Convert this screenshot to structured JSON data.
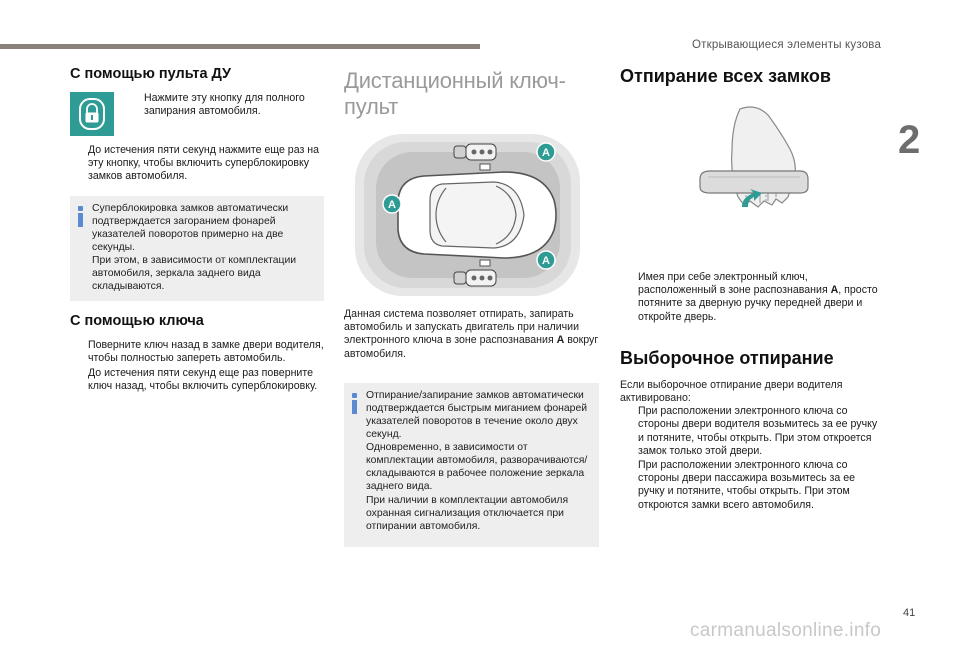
{
  "header": {
    "title": "Открывающиеся элементы кузова",
    "chapter": "2",
    "page": "41"
  },
  "watermark": "carmanualsonline.info",
  "col1": {
    "sec1_title": "С помощью пульта ДУ",
    "sec1_bullet1": "Нажмите эту кнопку для полного запирания автомобиля.",
    "sec1_bullet2": "До истечения пяти секунд нажмите еще раз на эту кнопку, чтобы включить суперблокировку замков автомобиля.",
    "info1_p1": "Суперблокировка замков автоматически подтверждается загоранием фонарей указателей поворотов примерно на две секунды.",
    "info1_p2": "При этом, в зависимости от комплектации автомобиля, зеркала заднего вида складываются.",
    "sec2_title": "С помощью ключа",
    "sec2_bullet1": "Поверните ключ назад в замке двери водителя, чтобы полностью запереть автомобиль.",
    "sec2_bullet2": "До истечения пяти секунд еще раз поверните ключ назад, чтобы включить суперблокировку."
  },
  "col2": {
    "title": "Дистанционный ключ-пульт",
    "zone_label": "A",
    "para_before": "Данная система позволяет отпирать, запирать автомобиль и запускать двигатель при наличии электронного ключа в зоне распознавания ",
    "para_bold": "A",
    "para_after": " вокруг автомобиля.",
    "info_p1": "Отпирание/запирание замков автоматически подтверждается быстрым миганием фонарей указателей поворотов в течение около двух секунд.",
    "info_p2": "Одновременно, в зависимости от комплектации автомобиля, разворачиваются/складываются в рабочее положение зеркала заднего вида.",
    "info_p3": "При наличии в комплектации автомобиля охранная сигнализация отключается при отпирании автомобиля."
  },
  "col3": {
    "title1": "Отпирание всех замков",
    "bullet1_before": "Имея при себе электронный ключ, расположенный в зоне распознавания ",
    "bullet1_bold": "A",
    "bullet1_after": ", просто потяните за дверную ручку передней двери и откройте дверь.",
    "title2": "Выборочное отпирание",
    "intro": "Если выборочное отпирание двери водителя активировано:",
    "bullet2": "При расположении электронного ключа со стороны двери водителя возьмитесь за ее ручку и потяните, чтобы открыть. При этом откроется замок только этой двери.",
    "bullet3": "При расположении электронного ключа со стороны двери пассажира возьмитесь за ее ручку и потяните, чтобы открыть. При этом откроются замки всего автомобиля."
  },
  "bullet_marker": "",
  "colors": {
    "accent_teal": "#2e9c94",
    "info_blue": "#5a8bd0",
    "info_bg": "#eeeeee",
    "topbar": "#8a817c"
  }
}
